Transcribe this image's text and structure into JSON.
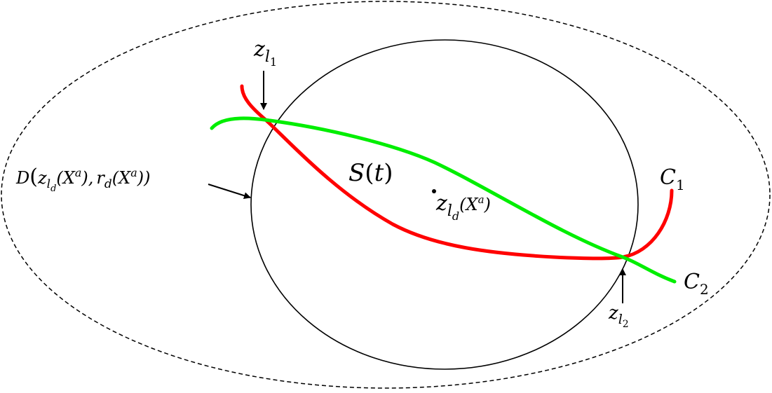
{
  "labels": {
    "z_l1": {
      "base": "z",
      "sub": "l",
      "subsub": "1"
    },
    "z_l2": {
      "base": "z",
      "sub": "l",
      "subsub": "2"
    },
    "s_t": {
      "base": "S",
      "open": "(",
      "arg": "t",
      "close": ")"
    },
    "disk": {
      "base": "D",
      "open": "(",
      "z": "z",
      "z_sub": "l",
      "z_subsub": "d",
      "arg1": "(X",
      "arg1_sup": "a",
      "arg1_close": "),",
      "r": "r",
      "r_sub": "d",
      "arg2": "(X",
      "arg2_sup": "a",
      "close": "))"
    },
    "center": {
      "base": "z",
      "sub": "l",
      "subsub": "d",
      "arg": "(X",
      "arg_sup": "a",
      "close": ")"
    },
    "c1": {
      "base": "C",
      "sub": "1"
    },
    "c2": {
      "base": "C",
      "sub": "2"
    }
  },
  "colors": {
    "curve_c1": "#ff0000",
    "curve_c2": "#00ee00",
    "outline": "#000000"
  }
}
